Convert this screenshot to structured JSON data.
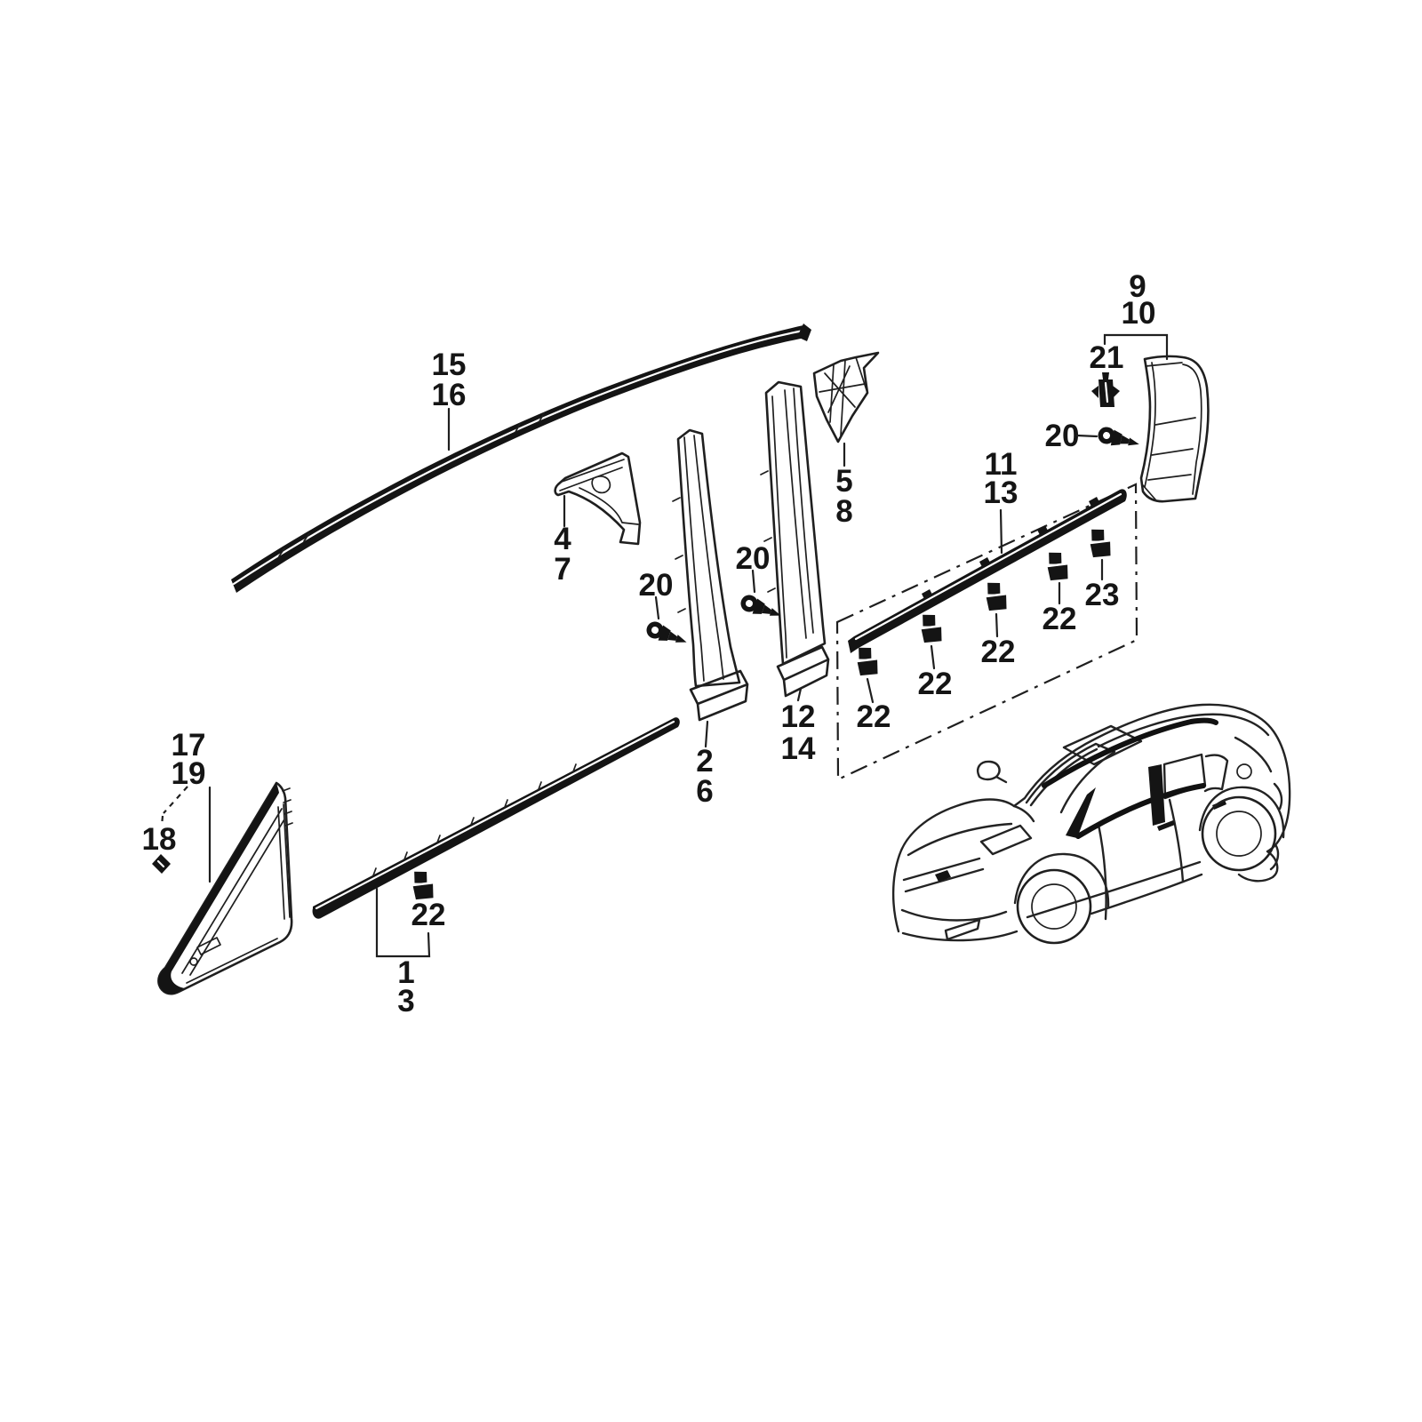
{
  "diagram": {
    "background_color": "#ffffff",
    "line_color": "#1f1f1f",
    "fill_color": "#141414",
    "callouts": {
      "c1": "1",
      "c2": "2",
      "c3": "3",
      "c4": "4",
      "c5": "5",
      "c6": "6",
      "c7": "7",
      "c8": "8",
      "c9": "9",
      "c10": "10",
      "c11": "11",
      "c12": "12",
      "c13": "13",
      "c14": "14",
      "c15": "15",
      "c16": "16",
      "c17": "17",
      "c18": "18",
      "c19": "19",
      "c20": "20",
      "c21": "21",
      "c22": "22",
      "c23": "23"
    }
  }
}
